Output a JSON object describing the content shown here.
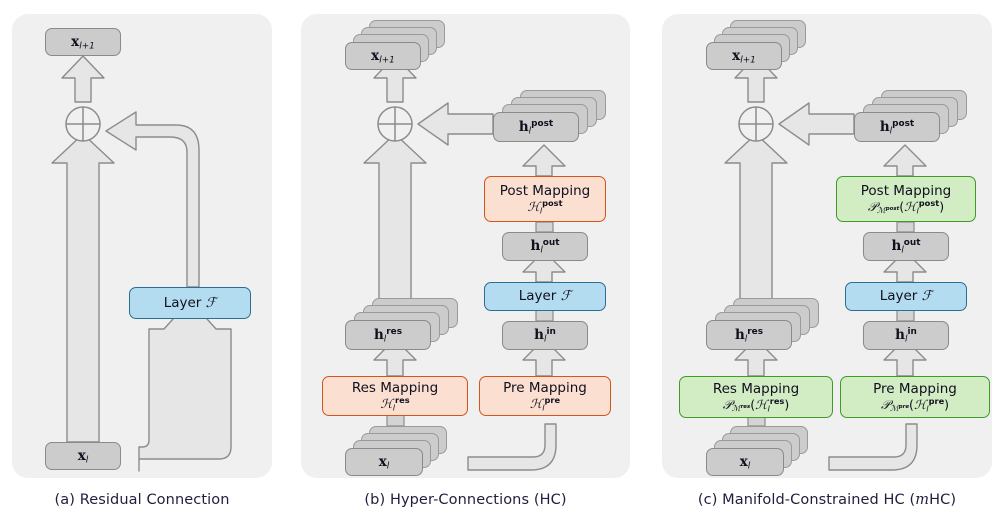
{
  "figure": {
    "type": "diagram",
    "description": "Three-panel architecture comparison diagram of residual connection, hyper-connections and manifold-constrained hyper-connections"
  },
  "colors": {
    "panel_background": "#f0f0f0",
    "page_background": "#ffffff",
    "tensor_box": "#cccccc",
    "tensor_border": "#8a8a8a",
    "layer_box": "#b4dcf0",
    "layer_border": "#2a6e91",
    "mapping_hc": "#fbdfd0",
    "mapping_hc_border": "#d1561d",
    "mapping_mhc": "#d2ecc4",
    "mapping_mhc_border": "#3f9a28",
    "arrow_fill": "#e6e6e6",
    "arrow_stroke": "#8c8c8c",
    "caption_text": "#1f1f3d"
  },
  "panels": [
    {
      "id": "a",
      "caption": "(a) Residual Connection",
      "nodes": {
        "x_out": {
          "base": "x",
          "sub": "l+1",
          "sup": "",
          "stacked": false,
          "style": "gray"
        },
        "layer": {
          "base": "Layer",
          "sup": "",
          "symbol": "F",
          "stacked": false,
          "style": "blue",
          "label": "Layer ℱ"
        },
        "x_in": {
          "base": "x",
          "sub": "l",
          "sup": "",
          "stacked": false,
          "style": "gray"
        }
      },
      "operator": "⊕"
    },
    {
      "id": "b",
      "caption": "(b) Hyper-Connections (HC)",
      "nodes": {
        "x_out": {
          "base": "x",
          "sub": "l+1",
          "sup": "",
          "stacked": true,
          "style": "gray"
        },
        "h_res": {
          "base": "h",
          "sub": "l",
          "sup": "res",
          "stacked": true,
          "style": "gray"
        },
        "h_post": {
          "base": "h",
          "sub": "l",
          "sup": "post",
          "stacked": true,
          "style": "gray"
        },
        "h_out": {
          "base": "h",
          "sub": "l",
          "sup": "out",
          "stacked": false,
          "style": "gray"
        },
        "h_in": {
          "base": "h",
          "sub": "l",
          "sup": "in",
          "stacked": false,
          "style": "gray"
        },
        "x_in": {
          "base": "x",
          "sub": "l",
          "sup": "",
          "stacked": true,
          "style": "gray"
        },
        "layer": {
          "label": "Layer ℱ",
          "style": "blue"
        },
        "res_map": {
          "title": "Res Mapping",
          "formula_kind": "plain",
          "style": "orange",
          "sup": "res"
        },
        "pre_map": {
          "title": "Pre Mapping",
          "formula_kind": "plain",
          "style": "orange",
          "sup": "pre"
        },
        "post_map": {
          "title": "Post Mapping",
          "formula_kind": "plain",
          "style": "orange",
          "sup": "post"
        }
      },
      "operator": "⊕"
    },
    {
      "id": "c",
      "caption": "(c) Manifold-Constrained HC (mHC)",
      "caption_italic_part": "m",
      "nodes": {
        "x_out": {
          "base": "x",
          "sub": "l+1",
          "sup": "",
          "stacked": true,
          "style": "gray"
        },
        "h_res": {
          "base": "h",
          "sub": "l",
          "sup": "res",
          "stacked": true,
          "style": "gray"
        },
        "h_post": {
          "base": "h",
          "sub": "l",
          "sup": "post",
          "stacked": true,
          "style": "gray"
        },
        "h_out": {
          "base": "h",
          "sub": "l",
          "sup": "out",
          "stacked": false,
          "style": "gray"
        },
        "h_in": {
          "base": "h",
          "sub": "l",
          "sup": "in",
          "stacked": false,
          "style": "gray"
        },
        "x_in": {
          "base": "x",
          "sub": "l",
          "sup": "",
          "stacked": true,
          "style": "gray"
        },
        "layer": {
          "label": "Layer ℱ",
          "style": "blue"
        },
        "res_map": {
          "title": "Res Mapping",
          "formula_kind": "projected",
          "style": "green",
          "sup": "res"
        },
        "pre_map": {
          "title": "Pre Mapping",
          "formula_kind": "projected",
          "style": "green",
          "sup": "pre"
        },
        "post_map": {
          "title": "Post Mapping",
          "formula_kind": "projected",
          "style": "green",
          "sup": "post"
        }
      },
      "operator": "⊕"
    }
  ],
  "labels": {
    "layer_text": "Layer",
    "layer_symbol": "ℱ",
    "res_mapping": "Res Mapping",
    "pre_mapping": "Pre Mapping",
    "post_mapping": "Post Mapping",
    "H": "ℋ",
    "P": "𝒫",
    "M": "ℳ",
    "sup_res": "res",
    "sup_pre": "pre",
    "sup_post": "post",
    "sup_in": "in",
    "sup_out": "out",
    "sub_l": "l",
    "sub_l1": "l+1",
    "var_x": "x",
    "var_h": "h",
    "plus_operator": "⊕"
  }
}
